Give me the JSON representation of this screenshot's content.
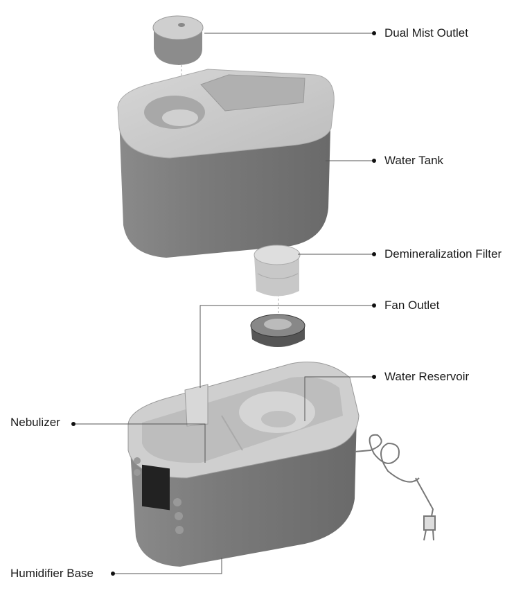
{
  "labels": {
    "dual_mist_outlet": "Dual Mist Outlet",
    "water_tank": "Water Tank",
    "demineralization_filter": "Demineralization Filter",
    "fan_outlet": "Fan Outlet",
    "water_reservoir": "Water Reservoir",
    "nebulizer": "Nebulizer",
    "humidifier_base": "Humidifier Base"
  },
  "colors": {
    "body": "#7a7a7a",
    "top": "#c9c9c9",
    "leader": "#555555"
  }
}
